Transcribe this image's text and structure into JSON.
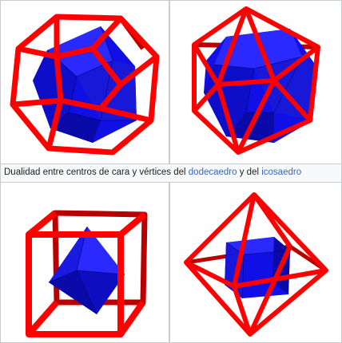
{
  "caption": {
    "text_before": "Dualidad entre centros de cara y vértices del",
    "link_dodecahedron": "dodecaedro",
    "text_middle": "y del",
    "link_icosahedron": "icosaedro"
  },
  "colors": {
    "frame": "#ff0000",
    "frame_dark": "#b80000",
    "solid": "#1010e6",
    "solid_light": "#2a2aff",
    "solid_dark": "#0a0aa8"
  }
}
